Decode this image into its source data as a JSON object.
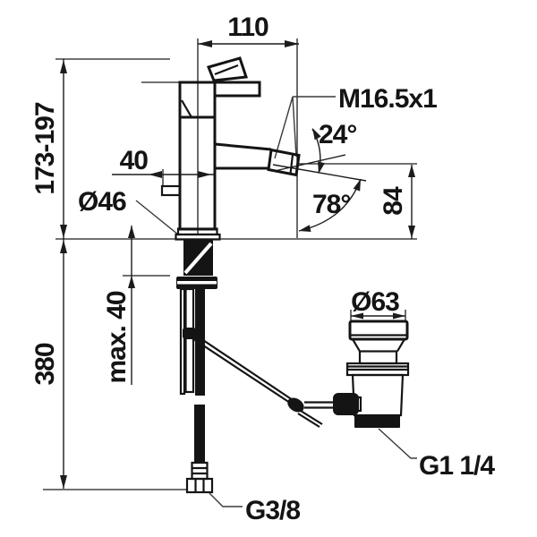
{
  "drawing": {
    "type": "technical-dimension-drawing",
    "subject": "single-lever bidet mixer with pop-up waste, side view",
    "line_color": "#141414",
    "background": "#ffffff"
  },
  "labels": {
    "spout_reach": "110",
    "total_height_range": "173-197",
    "knob_offset": "40",
    "base_diameter": "Ø46",
    "outlet_thread": "M16.5x1",
    "spray_cone_angle": "24°",
    "spray_angle": "78°",
    "outlet_height": "84",
    "max_mounting_thickness": "max. 40",
    "supply_length": "380",
    "waste_plug_diameter": "Ø63",
    "waste_outlet_thread": "G1 1/4",
    "supply_thread": "G3/8"
  }
}
